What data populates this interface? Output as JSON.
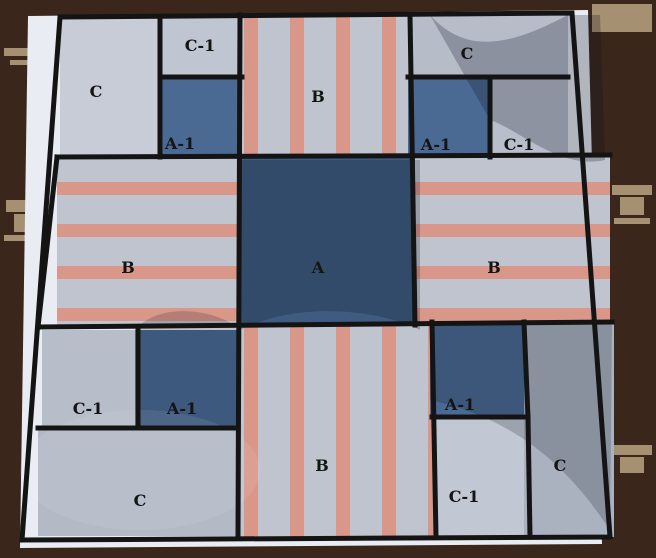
{
  "photo": {
    "colors": {
      "carpet": "#3a261a",
      "carpet_motif": "#c9b48f",
      "paper": "#e9ecf2",
      "region_a": "#3f5b80",
      "region_a1": "#4a6a93",
      "region_b_gray": "#b9bfcb",
      "region_b_stripe": "#d9978a",
      "region_c": "#b3bac6",
      "border": "#141414",
      "shadow": "#0b1020"
    },
    "labels": {
      "tl_c": "C",
      "tl_c1": "C-1",
      "tl_a1": "A-1",
      "top_b": "B",
      "tr_c": "C",
      "tr_a1": "A-1",
      "tr_c1": "C-1",
      "left_b": "B",
      "center_a": "A",
      "right_b": "B",
      "bl_c1": "C-1",
      "bl_a1": "A-1",
      "bl_c": "C",
      "bottom_b": "B",
      "br_a1": "A-1",
      "br_c1": "C-1",
      "br_c": "C"
    }
  }
}
